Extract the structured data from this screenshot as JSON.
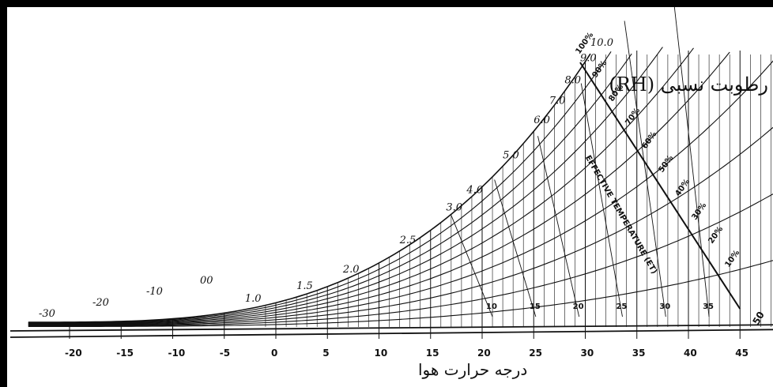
{
  "chart_data": {
    "type": "line",
    "title": "رطوبت نسبی (RH)",
    "xlabel": "درجه حرارت هوا",
    "x_ticks": [
      "-20",
      "-15",
      "-10",
      "-5",
      "0",
      "5",
      "10",
      "15",
      "20",
      "25",
      "30",
      "35",
      "40",
      "45",
      "50"
    ],
    "x_range": [
      -24,
      50
    ],
    "vapor_pressure_labels": [
      "-30",
      "-20",
      "-10",
      "00",
      "1.0",
      "1.5",
      "2.0",
      "2.5",
      "3.0",
      "4.0",
      "5.0",
      "6.0",
      "7.0",
      "8.0",
      "9.0",
      "10.0"
    ],
    "rh_curve_labels": [
      "100%",
      "90%",
      "80%",
      "70%",
      "60%",
      "50%",
      "40%",
      "30%",
      "20%",
      "10%"
    ],
    "rh_percent_values": [
      100,
      90,
      80,
      70,
      60,
      50,
      40,
      30,
      20,
      10
    ],
    "effective_temperature_label": "EFFECTIVE TEMPERATURE (ET)",
    "et_line_labels": [
      "10",
      "15",
      "20",
      "25",
      "30",
      "35"
    ],
    "end_label": "50",
    "grid": true
  }
}
